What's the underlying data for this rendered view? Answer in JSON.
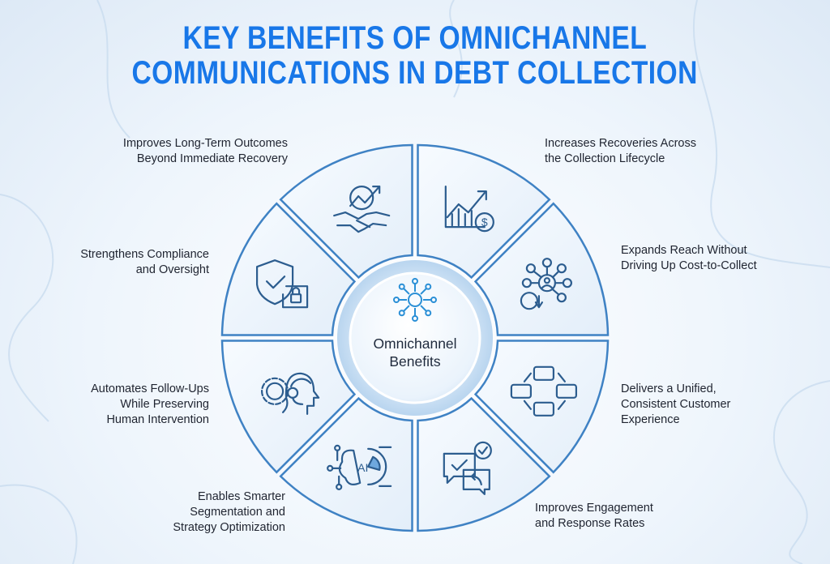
{
  "title": {
    "line1": "KEY BENEFITS OF OMNICHANNEL",
    "line2": "COMMUNICATIONS IN DEBT COLLECTION"
  },
  "center": {
    "line1": "Omnichannel",
    "line2": "Benefits",
    "icon": "network-hub-icon"
  },
  "colors": {
    "title": "#1877e8",
    "segment_stroke": "#3f82c4",
    "icon_stroke": "#2c5d8f",
    "text": "#1f2430"
  },
  "benefits": [
    {
      "lines": [
        "Increases Recoveries Across",
        "the Collection Lifecycle"
      ],
      "icon": "growth-chart-dollar-icon"
    },
    {
      "lines": [
        "Expands Reach Without",
        "Driving Up Cost-to-Collect"
      ],
      "icon": "user-network-cost-icon"
    },
    {
      "lines": [
        "Delivers a Unified,",
        "Consistent Customer",
        "Experience"
      ],
      "icon": "chat-cycle-icon"
    },
    {
      "lines": [
        "Improves Engagement",
        "and Response Rates"
      ],
      "icon": "chat-check-reply-icon"
    },
    {
      "lines": [
        "Enables Smarter",
        "Segmentation and",
        "Strategy Optimization"
      ],
      "icon": "ai-brain-chart-icon"
    },
    {
      "lines": [
        "Automates Follow-Ups",
        "While Preserving",
        "Human Intervention"
      ],
      "icon": "gear-headset-icon"
    },
    {
      "lines": [
        "Strengthens Compliance",
        "and Oversight"
      ],
      "icon": "shield-lock-document-icon"
    },
    {
      "lines": [
        "Improves Long-Term Outcomes",
        "Beyond Immediate Recovery"
      ],
      "icon": "handshake-growth-icon"
    }
  ]
}
